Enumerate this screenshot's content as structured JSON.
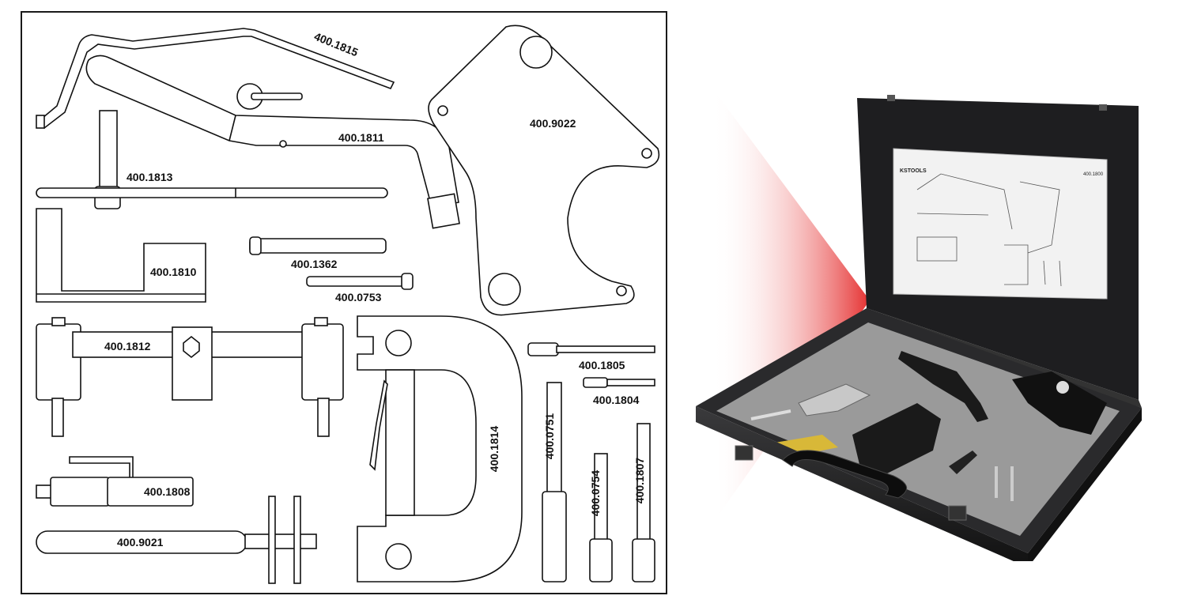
{
  "layout_sheet": {
    "parts": {
      "p1815": "400.1815",
      "p1811": "400.1811",
      "p9022": "400.9022",
      "p1813": "400.1813",
      "p1810": "400.1810",
      "p1362": "400.1362",
      "p0753": "400.0753",
      "p1812": "400.1812",
      "p1814": "400.1814",
      "p1805": "400.1805",
      "p1804": "400.1804",
      "p0751": "400.0751",
      "p0754": "400.0754",
      "p1807": "400.1807",
      "p1808": "400.1808",
      "p9021": "400.9021"
    }
  },
  "product_photo": {
    "lid_sheet_brand": "KSTOOLS",
    "lid_sheet_number": "400.1800",
    "colors": {
      "case": "#1e1e20",
      "foam": "#9a9a9a",
      "accent_red": "#e53030"
    }
  }
}
